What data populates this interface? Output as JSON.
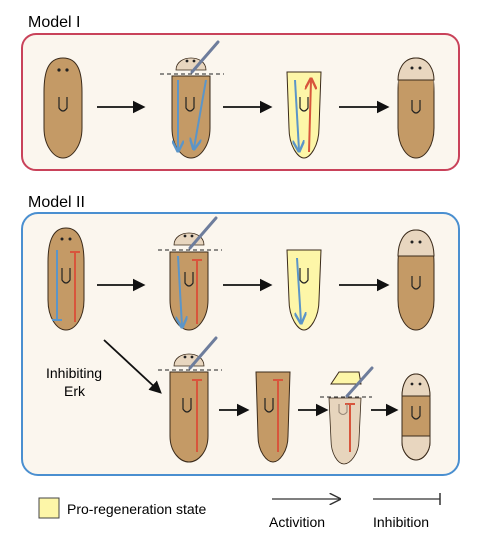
{
  "model1": {
    "title": "Model I"
  },
  "model2": {
    "title": "Model II",
    "inhibit_line1": "Inhibiting",
    "inhibit_line2": "Erk"
  },
  "legend": {
    "pro_regeneration": "Pro-regeneration state",
    "activation": "Activition",
    "inhibition": "Inhibition"
  },
  "colors": {
    "model1_border": "#c9425a",
    "model2_border": "#4a8fd0",
    "panel_fill": "#fbf6ee",
    "body": "#c49a66",
    "body_outline": "#3a2a1a",
    "head_pale": "#e8d6bf",
    "pro_regen": "#fdf6a8",
    "activation_arrow": "#5b95c8",
    "inhibition_line": "#d8553c",
    "scalpel": "#6e7d9c"
  },
  "icons": [
    "scalpel-icon",
    "cut-line-icon",
    "arrow-icon",
    "eye-icon",
    "pharynx-icon"
  ]
}
